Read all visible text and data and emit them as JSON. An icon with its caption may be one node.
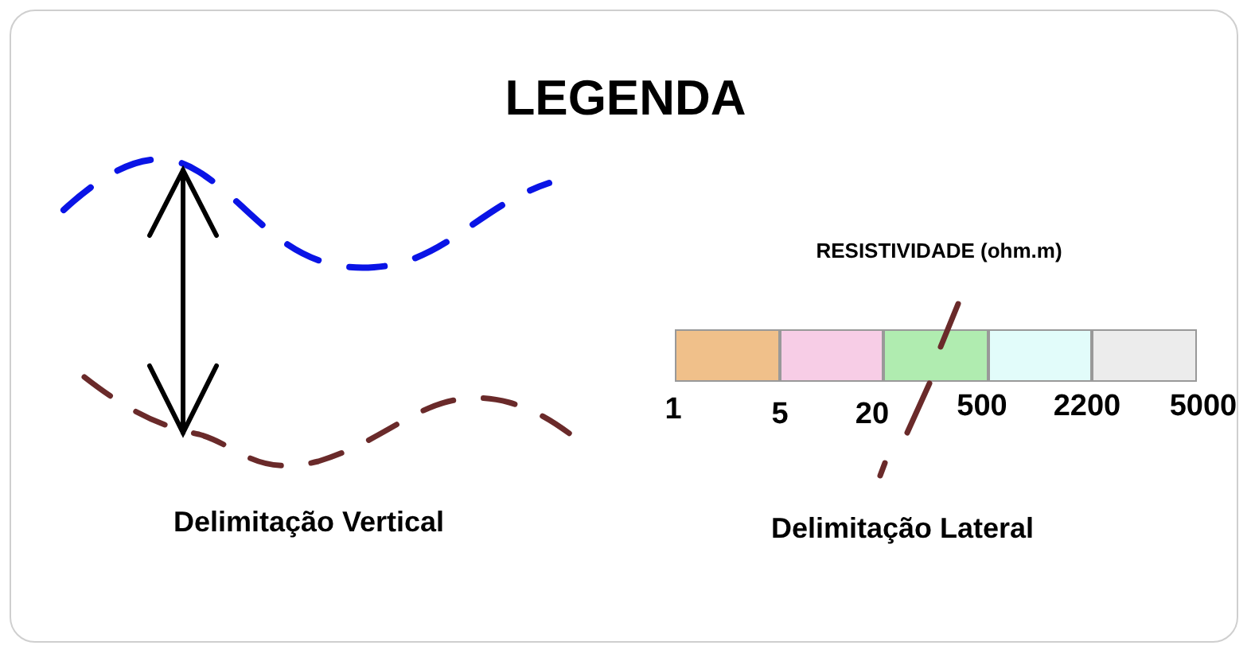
{
  "diagram": {
    "title": "LEGENDA",
    "labels": [
      "RESISTIVIDADE (ohm.m)",
      "1",
      "5",
      "20",
      "500",
      "2200",
      "5000",
      "Delimitação Vertical",
      "Delimitação Lateral"
    ]
  }
}
